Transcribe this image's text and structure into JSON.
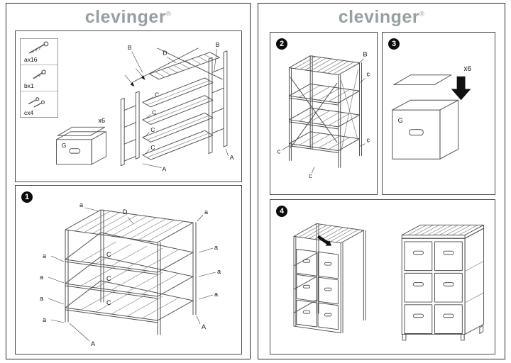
{
  "brand": {
    "name": "clevinger",
    "mark": "®"
  },
  "hardware": {
    "item_a": "ax16",
    "item_b": "bx1",
    "item_c": "cx4"
  },
  "bin": {
    "label": "G",
    "qty": "x6"
  },
  "steps": {
    "s1": "1",
    "s2": "2",
    "s3": "3",
    "s4": "4"
  },
  "labels": {
    "A": "A",
    "B": "B",
    "C": "C",
    "D": "D",
    "a": "a",
    "c": "c"
  }
}
